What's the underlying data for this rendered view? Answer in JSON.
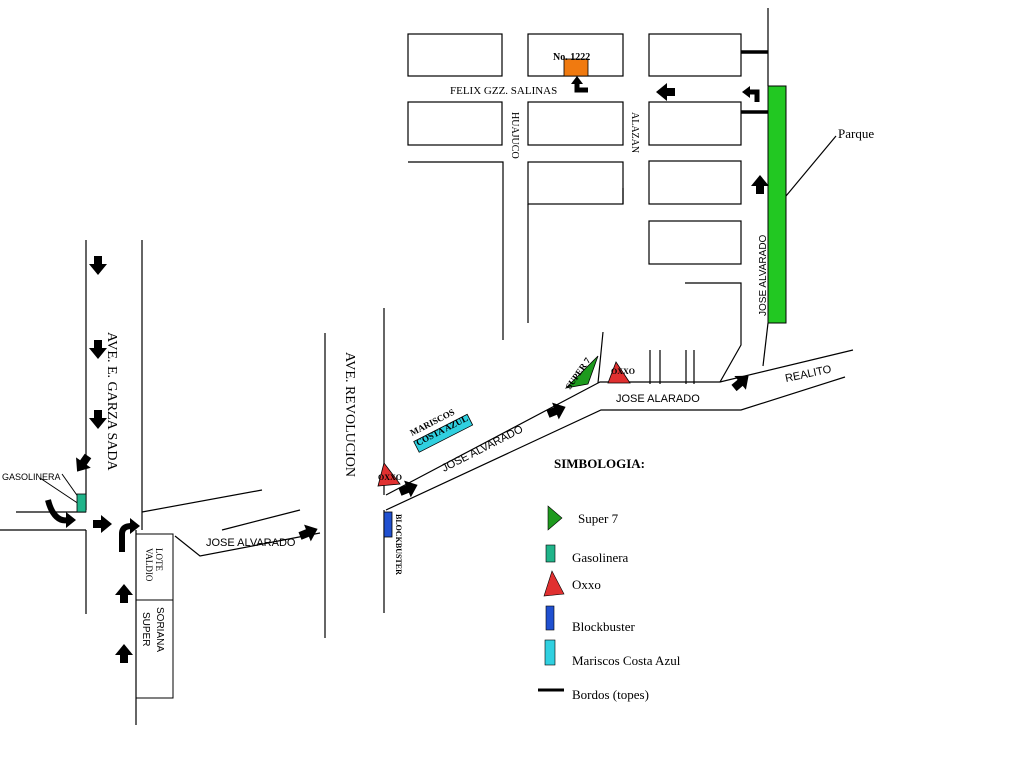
{
  "streets": {
    "felix": "FELIX GZZ. SALINAS",
    "huajuco": "HUAJUCO",
    "alazan": "ALAZAN",
    "alvarado_vertical": "JOSE ALVARADO",
    "garza_sada": "AVE. E. GARZA SADA",
    "revolucion": "AVE. REVOLUCION",
    "alvarado_left": "JOSE ALVARADO",
    "alvarado_diag": "JOSE ALVARADO",
    "alarado": "JOSE ALARADO",
    "realito": "REALITO"
  },
  "places": {
    "destination": "No. 1222",
    "parque": "Parque",
    "super7": "SUPER 7",
    "oxxo_right": "OXXO",
    "oxxo_left": "OXXO",
    "mariscos_line1": "MARISCOS",
    "mariscos_line2": "COSTA AZUL",
    "blockbuster": "BLOCKBUSTER",
    "gasolinera": "GASOLINERA",
    "lote_line1": "LOTE",
    "lote_line2": "VALDIO",
    "soriana_line1": "SORIANA",
    "soriana_line2": "SUPER"
  },
  "legend": {
    "title": "SIMBOLOGIA:",
    "items": [
      {
        "label": "Super 7",
        "symbol": "triangle-right",
        "color": "#1e9a1e"
      },
      {
        "label": "Gasolinera",
        "symbol": "square",
        "color": "#20b48a"
      },
      {
        "label": "Oxxo",
        "symbol": "triangle-red",
        "color": "#e03030"
      },
      {
        "label": "Blockbuster",
        "symbol": "rect",
        "color": "#2050d0"
      },
      {
        "label": "Mariscos Costa Azul",
        "symbol": "rect",
        "color": "#30d0e0"
      },
      {
        "label": "Bordos (topes)",
        "symbol": "line",
        "color": "#000000"
      }
    ]
  },
  "colors": {
    "park": "#22c822",
    "destination": "#f07a10",
    "super7": "#1e9a1e",
    "gasolinera": "#20b48a",
    "oxxo": "#e03030",
    "blockbuster": "#2050d0",
    "mariscos": "#30d0e0"
  },
  "icons": {
    "arrow": "direction-arrow-icon"
  }
}
